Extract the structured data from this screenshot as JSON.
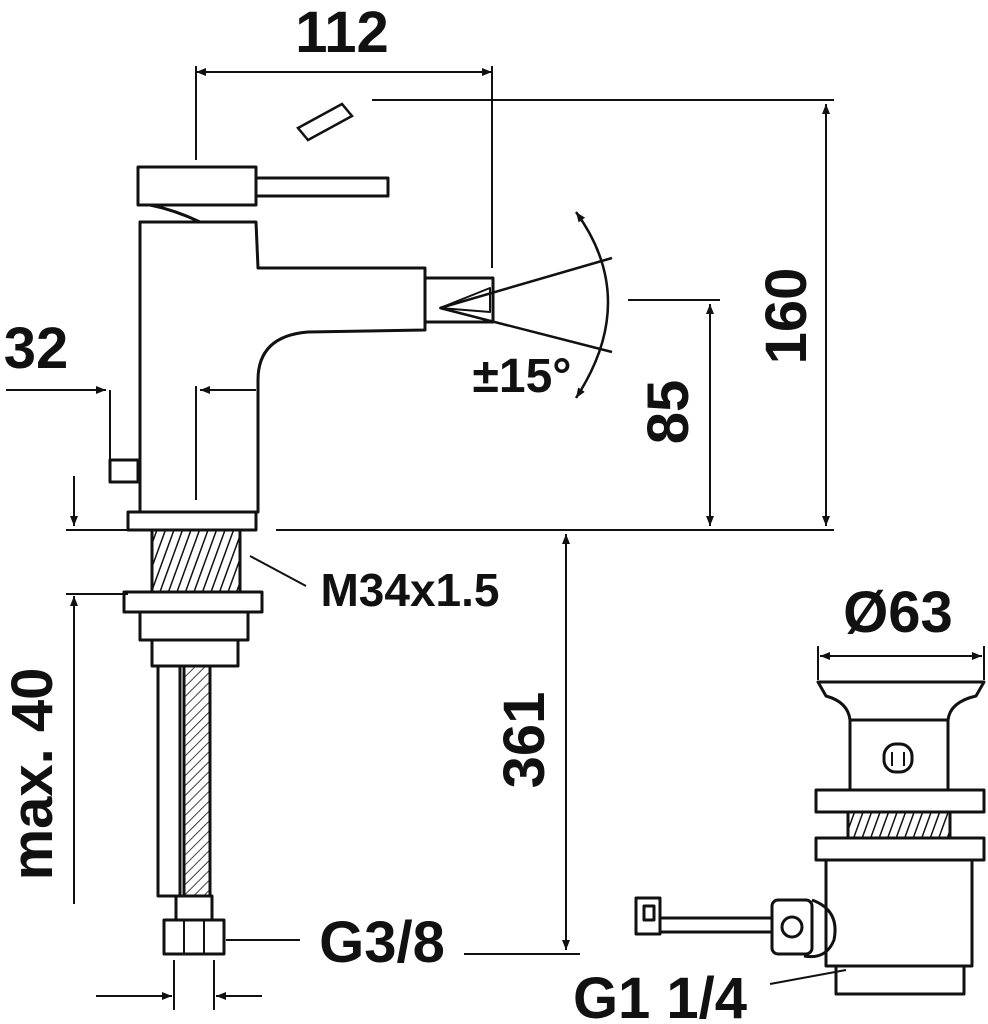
{
  "dimensions": {
    "width_top": "112",
    "height_overall": "160",
    "spout_height": "85",
    "body_diameter": "32",
    "spout_angle": "±15°",
    "thread": "M34x1.5",
    "max_thickness": "max. 40",
    "hose_length": "361",
    "connection": "G3/8",
    "waste_diameter": "Ø63",
    "waste_thread": "G1 1/4"
  }
}
